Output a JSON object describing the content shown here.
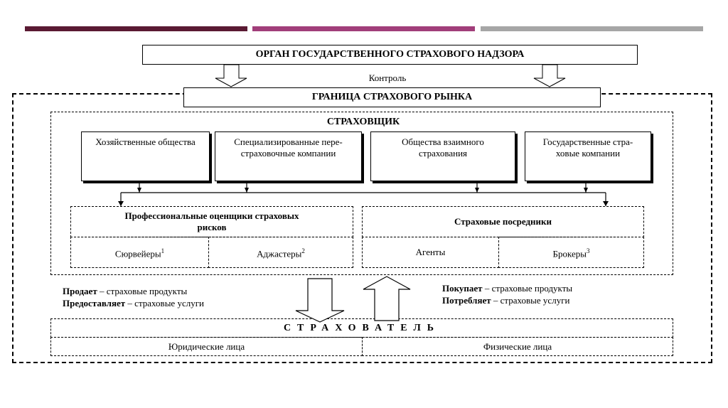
{
  "colors": {
    "bar_left": "#5a1a33",
    "bar_middle": "#a13e7a",
    "bar_right": "#a6a6a6",
    "line": "#000000"
  },
  "supervisor": "ОРГАН ГОСУДАРСТВЕННОГО СТРАХОВОГО НАДЗОРА",
  "control_label": "Контроль",
  "market_border": "ГРАНИЦА СТРАХОВОГО РЫНКА",
  "insurer": {
    "title": "СТРАХОВЩИК",
    "types": [
      "Хозяйственные общества",
      "Специализированные пере-страховочные компании",
      "Общества взаимного страхования",
      "Государственные стра-ховые компании"
    ]
  },
  "assessors": {
    "title": "Профессиональные оценщики страховых рисков",
    "items": [
      {
        "label": "Сюрвейеры",
        "mark": "1"
      },
      {
        "label": "Аджастеры",
        "mark": "2"
      }
    ]
  },
  "intermediaries": {
    "title": "Страховые посредники",
    "items": [
      {
        "label": "Агенты",
        "mark": ""
      },
      {
        "label": "Брокеры",
        "mark": "3"
      }
    ]
  },
  "sells": {
    "verb": "Продает",
    "text": " – страховые продукты"
  },
  "provides": {
    "verb": "Предоставляет",
    "text": " – страховые услуги"
  },
  "buys": {
    "verb": "Покупает",
    "text": " – страховые продукты"
  },
  "consumes": {
    "verb": "Потребляет",
    "text": " – страховые услуги"
  },
  "policyholder": {
    "title": "СТРАХОВАТЕЛЬ",
    "legal": "Юридические лица",
    "individuals": "Физические лица"
  }
}
